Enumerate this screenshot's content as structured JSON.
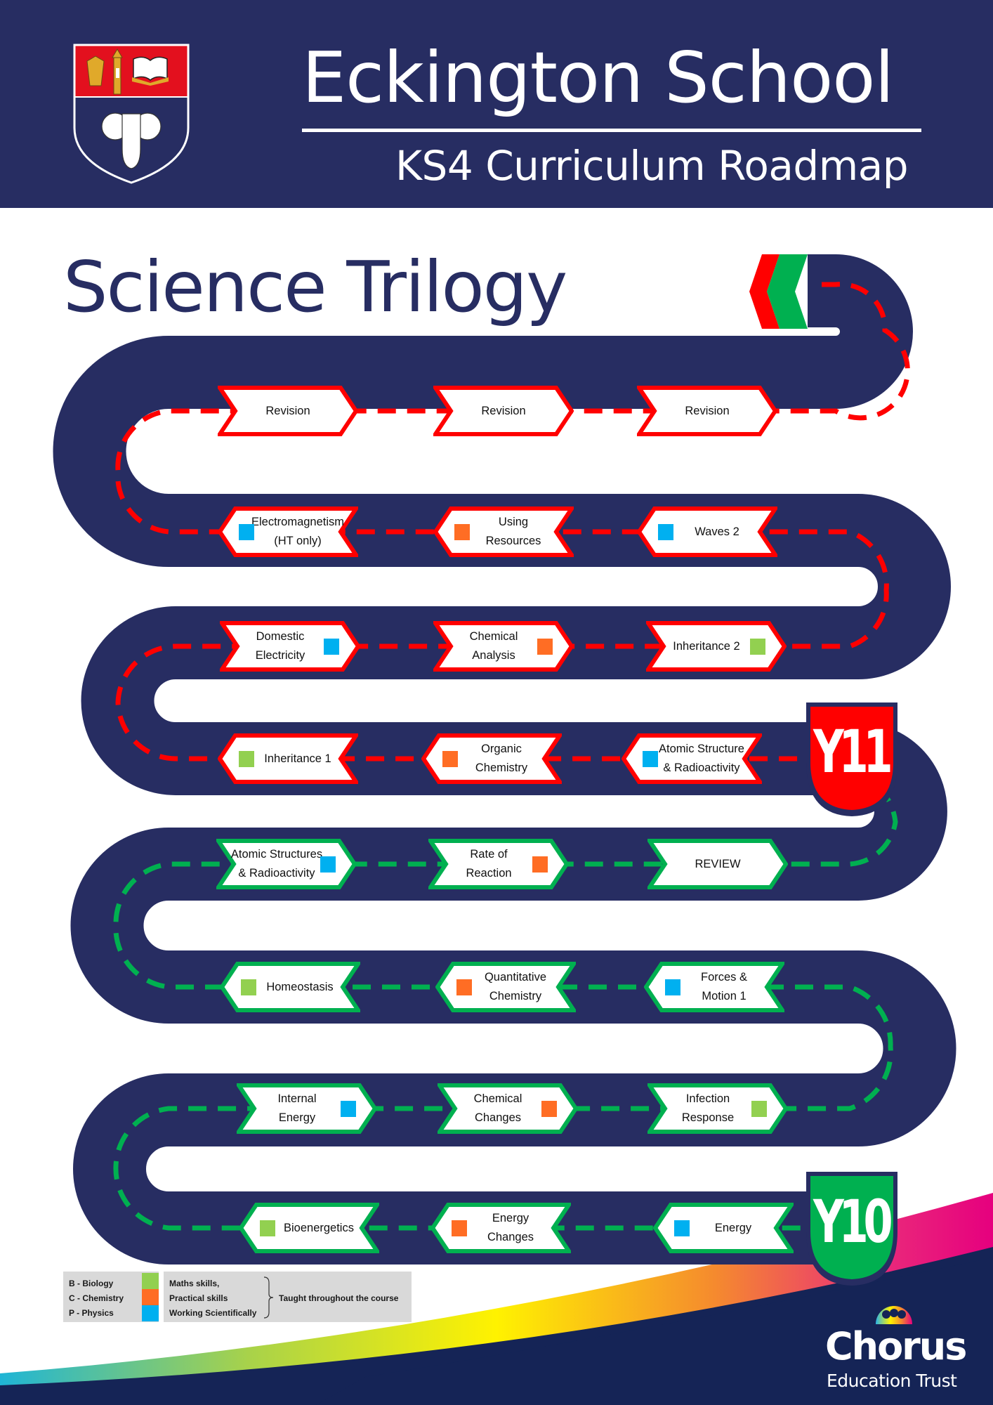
{
  "header": {
    "school_name": "Eckington School",
    "subtitle": "KS4 Curriculum Roadmap",
    "crest": "school-crest-icon"
  },
  "page_title": "Science Trilogy",
  "colors": {
    "navy": "#272d62",
    "y11_red": "#ff0000",
    "y10_green": "#00b050",
    "biology": "#92d050",
    "chemistry": "#ff6d24",
    "physics": "#00b0f0"
  },
  "milestones": {
    "y11": "Y11",
    "y10": "Y10"
  },
  "rows": [
    {
      "year": "Y11",
      "direction": "right",
      "items": [
        {
          "label": "Revision",
          "subject": ""
        },
        {
          "label": "Revision",
          "subject": ""
        },
        {
          "label": "Revision",
          "subject": ""
        }
      ]
    },
    {
      "year": "Y11",
      "direction": "left",
      "items": [
        {
          "label": "Electromagnetism\n(HT only)",
          "subject": "P"
        },
        {
          "label": "Using\nResources",
          "subject": "C"
        },
        {
          "label": "Waves 2",
          "subject": "P"
        }
      ]
    },
    {
      "year": "Y11",
      "direction": "right",
      "items": [
        {
          "label": "Domestic\nElectricity",
          "subject": "P"
        },
        {
          "label": "Chemical\nAnalysis",
          "subject": "C"
        },
        {
          "label": "Inheritance 2",
          "subject": "B"
        }
      ]
    },
    {
      "year": "Y11",
      "direction": "left",
      "items": [
        {
          "label": "Inheritance 1",
          "subject": "B"
        },
        {
          "label": "Organic\nChemistry",
          "subject": "C"
        },
        {
          "label": "Atomic Structure\n& Radioactivity",
          "subject": "P"
        }
      ]
    },
    {
      "year": "Y10",
      "direction": "right",
      "items": [
        {
          "label": "Atomic Structures\n& Radioactivity",
          "subject": "P"
        },
        {
          "label": "Rate of\nReaction",
          "subject": "C"
        },
        {
          "label": "REVIEW",
          "subject": ""
        }
      ]
    },
    {
      "year": "Y10",
      "direction": "left",
      "items": [
        {
          "label": "Homeostasis",
          "subject": "B"
        },
        {
          "label": "Quantitative\nChemistry",
          "subject": "C"
        },
        {
          "label": "Forces &\nMotion 1",
          "subject": "P"
        }
      ]
    },
    {
      "year": "Y10",
      "direction": "right",
      "items": [
        {
          "label": "Internal\nEnergy",
          "subject": "P"
        },
        {
          "label": "Chemical\nChanges",
          "subject": "C"
        },
        {
          "label": "Infection\nResponse",
          "subject": "B"
        }
      ]
    },
    {
      "year": "Y10",
      "direction": "left",
      "items": [
        {
          "label": "Bioenergetics",
          "subject": "B"
        },
        {
          "label": "Energy\nChanges",
          "subject": "C"
        },
        {
          "label": "Energy",
          "subject": "P"
        }
      ]
    }
  ],
  "legend": {
    "subjects": [
      {
        "label": "B - Biology",
        "color": "#92d050"
      },
      {
        "label": "C - Chemistry",
        "color": "#ff6d24"
      },
      {
        "label": "P - Physics",
        "color": "#00b0f0"
      }
    ],
    "skills": [
      "Maths skills,",
      "Practical skills",
      "Working Scientifically"
    ],
    "skills_note": "Taught throughout the course"
  },
  "footer": {
    "trust_name": "Chorus",
    "trust_sub": "Education Trust"
  }
}
